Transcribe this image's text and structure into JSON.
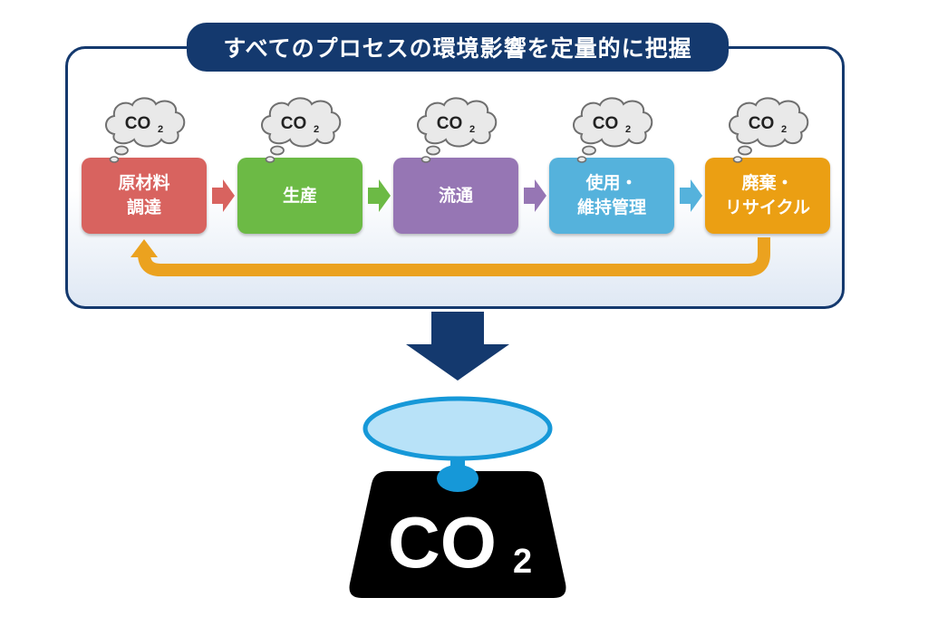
{
  "title": "すべてのプロセスの環境影響を定量的に把握",
  "cloud_label": "CO",
  "cloud_sub": "2",
  "steps": [
    {
      "label": "原材料\n調達",
      "color": "#d8635f"
    },
    {
      "label": "生産",
      "color": "#6cba45"
    },
    {
      "label": "流通",
      "color": "#9676b4"
    },
    {
      "label": "使用・\n維持管理",
      "color": "#55b2dc"
    },
    {
      "label": "廃棄・\nリサイクル",
      "color": "#eb9f13"
    }
  ],
  "scale": {
    "label": "CO",
    "sub": "2"
  },
  "colors": {
    "navy": "#14396e",
    "loop_arrow": "#eba21f",
    "scale_body": "#000000",
    "scale_pan": "#b8e2f8",
    "scale_pan_edge": "#1698d8"
  }
}
